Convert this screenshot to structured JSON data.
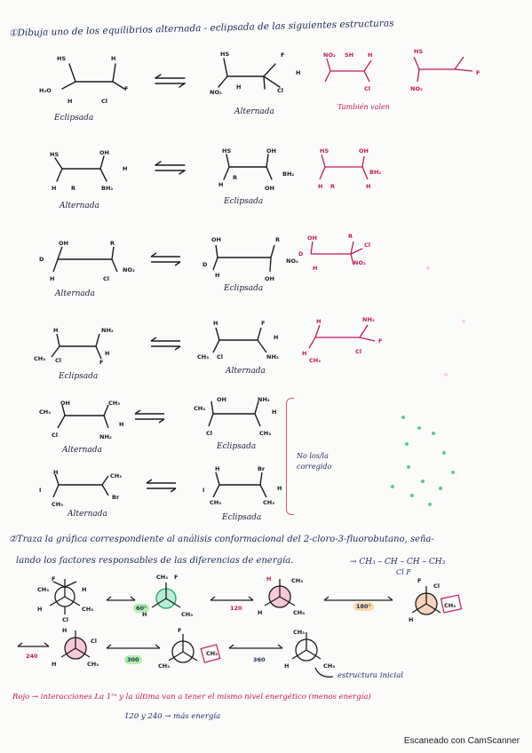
{
  "question1": "①Dibuja uno de los equilibrios alternada - eclipsada de las siguientes estructuras",
  "tambien_valen": "También valen",
  "note_bracket": [
    "No los/la",
    "corregido"
  ],
  "rows": [
    {
      "left": "Eclipsada",
      "right": "Alternada"
    },
    {
      "left": "Alternada",
      "right": "Eclipsada"
    },
    {
      "left": "Alternada",
      "right": "Eclipsada"
    },
    {
      "left": "Eclipsada",
      "right": "Alternada"
    },
    {
      "left": "Alternada",
      "right": "Eclipsada"
    },
    {
      "left": "Alternada",
      "right": "Eclipsada"
    }
  ],
  "question2_line1": "②Traza la gráfica correspondiente al análisis conformacional del 2-cloro-3-fluorobutano, seña-",
  "question2_line2": "lando los factores responsables de las diferencias de energía.",
  "formula": "→ CH₃ – CH – CH – CH₃",
  "formula_subs": "Cl    F",
  "angles": [
    "60°",
    "120",
    "180°",
    "240",
    "300",
    "360"
  ],
  "estructura_inicial": "estructura inicial",
  "rojo_line": "Rojo → interacciones    La 1ʳᵃ y la última van a tener el mismo nivel energético (menos energía)",
  "energia_line": "120 y 240 → más energía",
  "footer": "Escaneado con CamScanner"
}
